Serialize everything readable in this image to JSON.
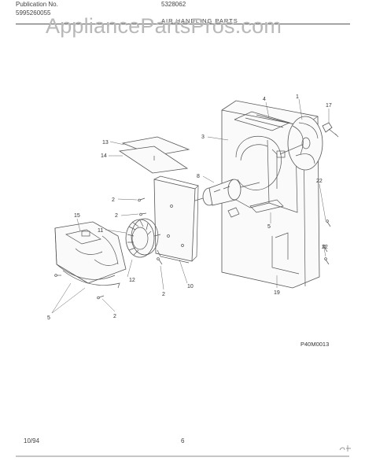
{
  "header": {
    "publication_label": "Publication No.",
    "publication_number": "5995260055",
    "model": "5328062",
    "section_title": "AIR HANDLING PARTS",
    "watermark": "AppliancePartsPros.com"
  },
  "diagram": {
    "part_labels": [
      "1",
      "17",
      "4",
      "3",
      "13",
      "14",
      "8",
      "2",
      "2",
      "22",
      "15",
      "11",
      "5",
      "12",
      "10",
      "22",
      "2",
      "5",
      "2",
      "19"
    ],
    "figure_code": "P40M0013"
  },
  "footer": {
    "date": "10/94",
    "page_number": "6"
  }
}
